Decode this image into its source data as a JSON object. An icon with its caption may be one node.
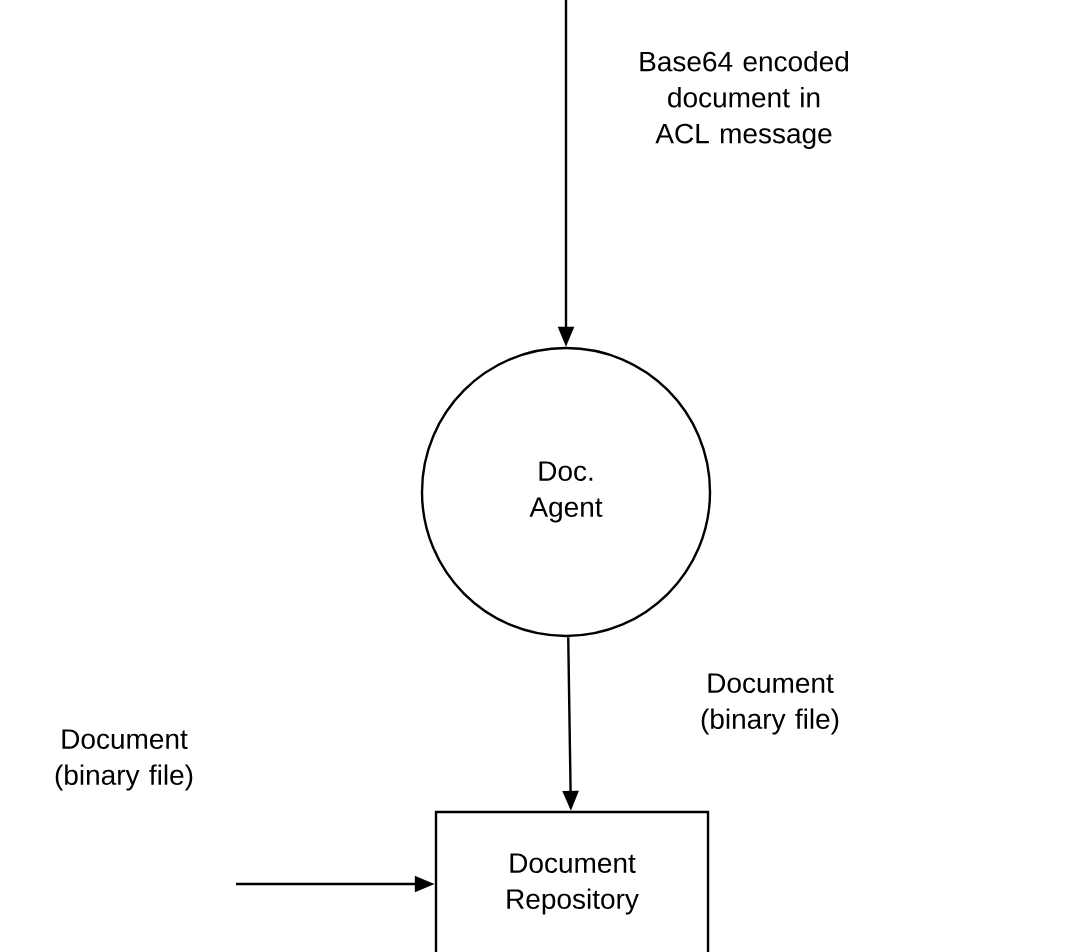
{
  "diagram": {
    "nodes": [
      {
        "text": [
          "Doc. Agent"
        ]
      },
      {
        "text": [
          "Document Repository"
        ]
      }
    ],
    "edges": [
      {
        "from": null,
        "to": 0,
        "arrow": "to",
        "label": "Base64 encoded document in ACL message"
      },
      {
        "from": 0,
        "to": 1,
        "arrow": "to",
        "label": "Document (binary file)"
      },
      {
        "from": null,
        "to": 1,
        "arrow": "to",
        "label": "Document (binary file)"
      }
    ]
  }
}
